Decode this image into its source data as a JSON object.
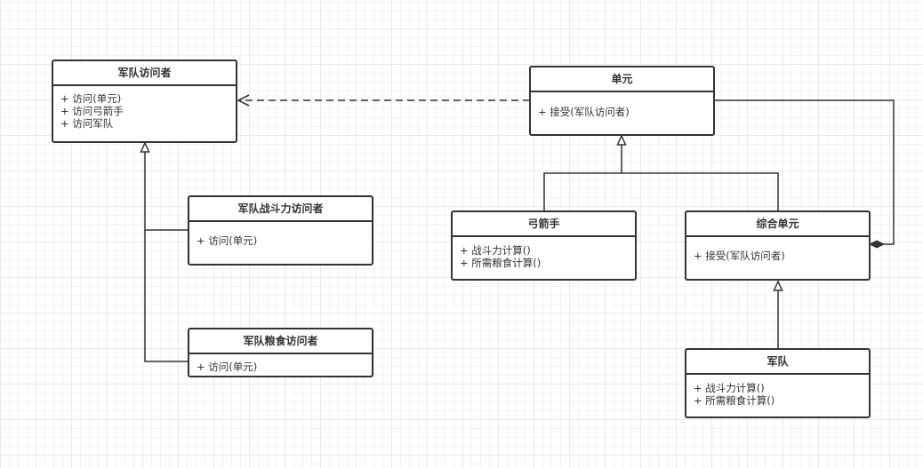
{
  "diagram": {
    "classes": [
      {
        "id": "army-visitor",
        "name": "军队访问者",
        "methods": [
          "+ 访问(单元)",
          "+ 访问弓箭手",
          "+ 访问军队"
        ]
      },
      {
        "id": "army-combat-power-visitor",
        "name": "军队战斗力访问者",
        "methods": [
          "+ 访问(单元)"
        ]
      },
      {
        "id": "army-food-visitor",
        "name": "军队粮食访问者",
        "methods": [
          "+ 访问(单元)"
        ]
      },
      {
        "id": "unit",
        "name": "单元",
        "methods": [
          "+ 接受(军队访问者)"
        ]
      },
      {
        "id": "archer",
        "name": "弓箭手",
        "methods": [
          "+ 战斗力计算()",
          "+ 所需粮食计算()"
        ]
      },
      {
        "id": "composite-unit",
        "name": "综合单元",
        "methods": [
          "+ 接受(军队访问者)"
        ]
      },
      {
        "id": "army",
        "name": "军队",
        "methods": [
          "+ 战斗力计算()",
          "+ 所需粮食计算()"
        ]
      }
    ],
    "relations": [
      {
        "type": "generalization",
        "from": "army-combat-power-visitor",
        "to": "army-visitor"
      },
      {
        "type": "generalization",
        "from": "army-food-visitor",
        "to": "army-visitor"
      },
      {
        "type": "generalization",
        "from": "archer",
        "to": "unit"
      },
      {
        "type": "generalization",
        "from": "composite-unit",
        "to": "unit"
      },
      {
        "type": "generalization",
        "from": "army",
        "to": "composite-unit"
      },
      {
        "type": "dependency",
        "from": "unit",
        "to": "army-visitor"
      },
      {
        "type": "composition",
        "from": "unit",
        "to": "composite-unit"
      }
    ],
    "colors": {
      "stroke": "#333333",
      "box_fill": "#ffffff",
      "grid": "#e9e9e9"
    }
  }
}
